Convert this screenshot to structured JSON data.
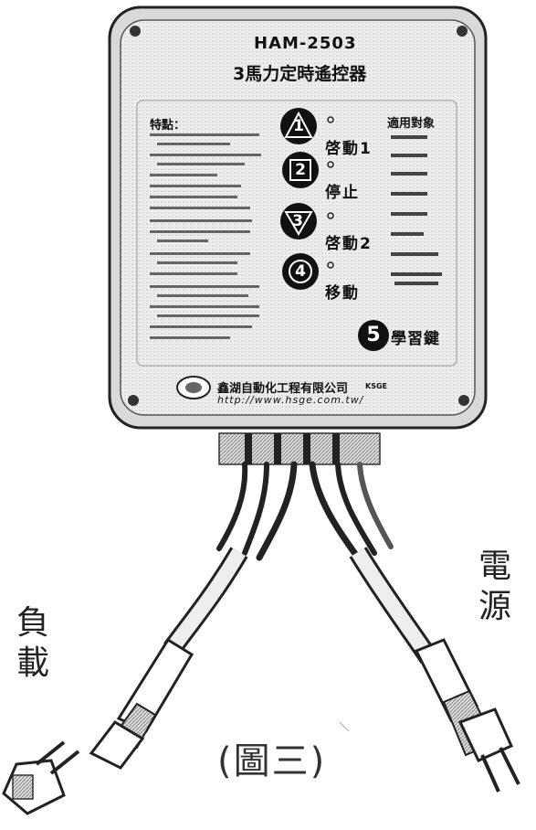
{
  "device": {
    "model": "HAM-2503",
    "product_name": "3馬力定時遙控器",
    "features_title": "特點：",
    "targets_title": "適用對象",
    "buttons": [
      {
        "number": "1",
        "label": "啓動1"
      },
      {
        "number": "2",
        "label": "停止"
      },
      {
        "number": "3",
        "label": "啓動2"
      },
      {
        "number": "4",
        "label": "移動"
      }
    ],
    "learn_button": {
      "number": "5",
      "label": "學習鍵"
    },
    "company_name": "鑫湖自動化工程有限公司",
    "company_url": "http://www.hsge.com.tw/",
    "company_tag": "KSGE"
  },
  "labels": {
    "power": "電源",
    "load": "負載",
    "caption": "(圖三)"
  }
}
